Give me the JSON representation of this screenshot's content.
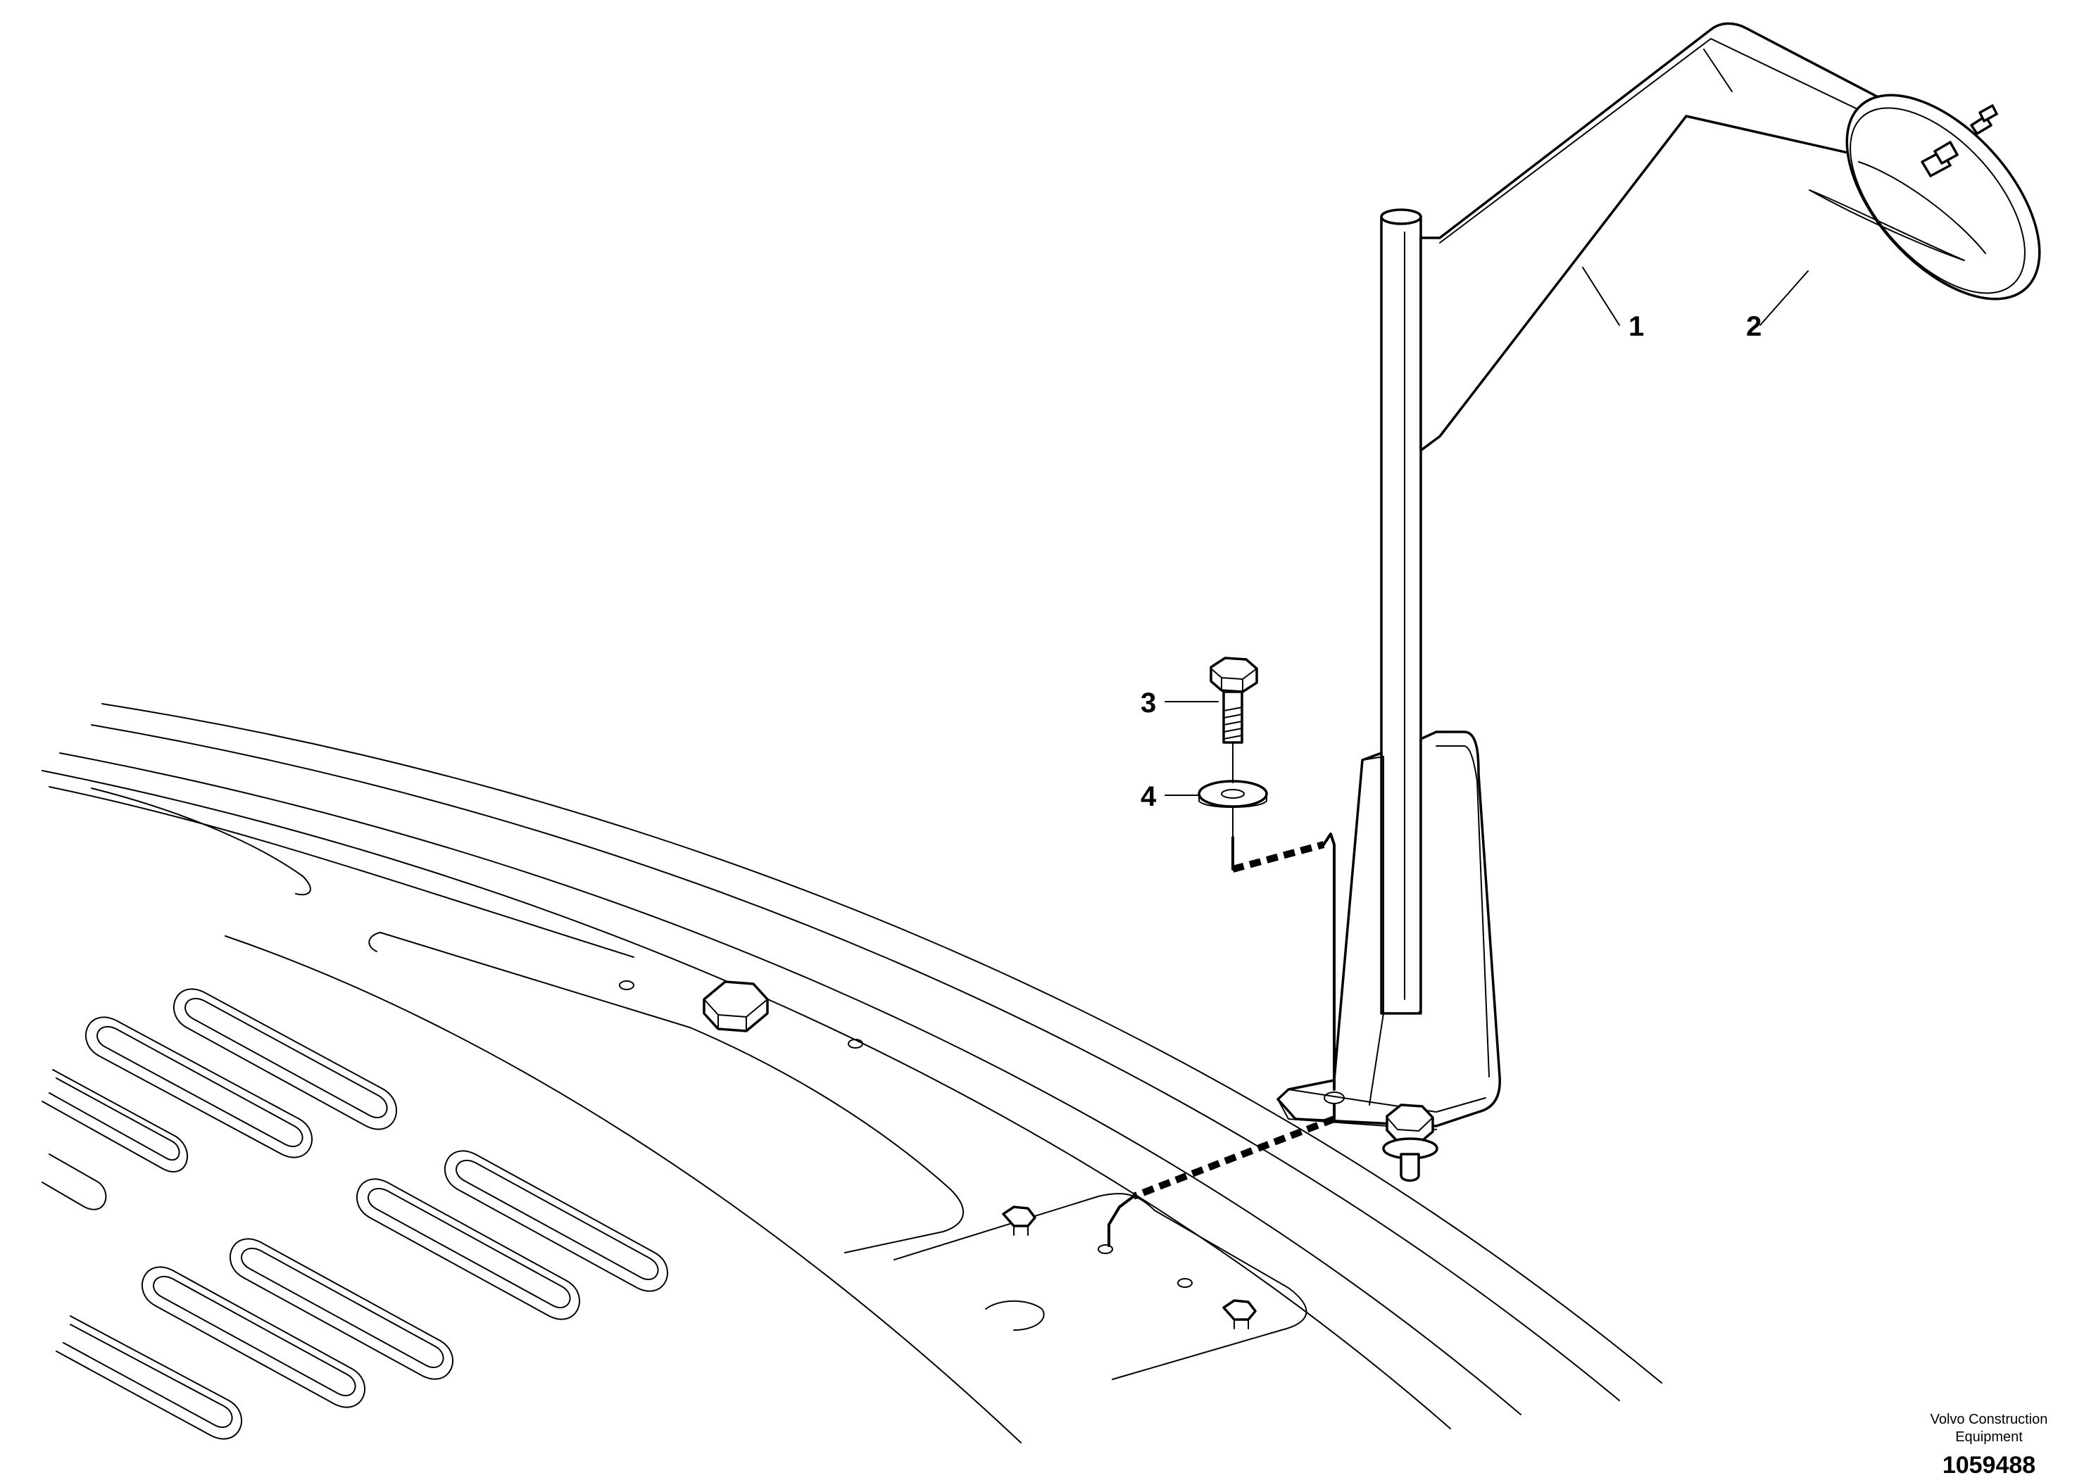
{
  "callouts": [
    {
      "id": "1",
      "label": "1"
    },
    {
      "id": "2",
      "label": "2"
    },
    {
      "id": "3",
      "label": "3"
    },
    {
      "id": "4",
      "label": "4"
    }
  ],
  "branding": {
    "line1": "Volvo Construction",
    "line2": "Equipment",
    "doc_number": "1059488"
  },
  "colors": {
    "ink": "#000000",
    "paper": "#ffffff"
  }
}
